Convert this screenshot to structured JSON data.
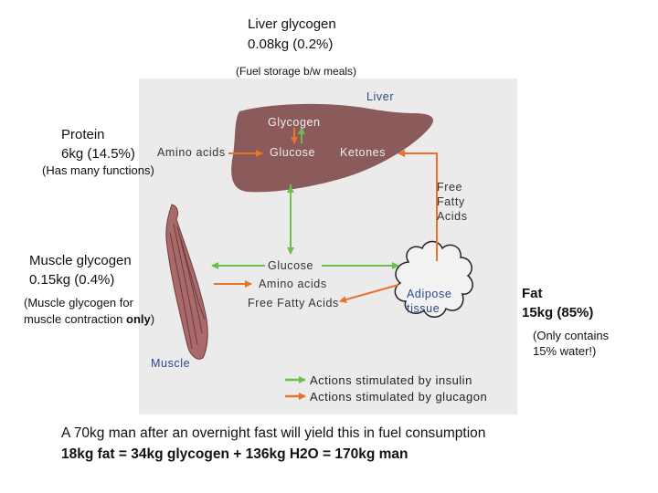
{
  "top": {
    "liver_glycogen_title": "Liver glycogen",
    "liver_glycogen_amount": "0.08kg (0.2%)",
    "liver_note": "(Fuel storage b/w meals)"
  },
  "protein": {
    "title": "Protein",
    "amount": "6kg (14.5%)",
    "note": "(Has many functions)"
  },
  "muscle_glycogen": {
    "title": "Muscle glycogen",
    "amount": "0.15kg (0.4%)",
    "note_line1": "(Muscle glycogen for",
    "note_line2_prefix": "muscle contraction ",
    "note_line2_bold": "only",
    "note_line2_suffix": ")"
  },
  "fat": {
    "title": "Fat",
    "amount": "15kg (85%)",
    "note_line1": "(Only contains",
    "note_line2": "15% water!)"
  },
  "diagram": {
    "liver_label": "Liver",
    "glycogen": "Glycogen",
    "glucose_liver": "Glucose",
    "ketones": "Ketones",
    "amino_acids_left": "Amino acids",
    "free_fatty_acids_1": "Free",
    "free_fatty_acids_2": "Fatty",
    "free_fatty_acids_3": "Acids",
    "muscle_glucose": "Glucose",
    "muscle_amino_acids": "Amino acids",
    "muscle_free_fatty_acids": "Free Fatty Acids",
    "adipose_1": "Adipose",
    "adipose_2": "tissue",
    "muscle_label": "Muscle",
    "legend_insulin": "Actions stimulated by insulin",
    "legend_glucagon": "Actions stimulated by glucagon",
    "colors": {
      "liver": "#8b5a5a",
      "insulin_arrow": "#6cbf4a",
      "glucagon_arrow": "#e8742a",
      "muscle": "#a86a6a",
      "panel": "#ebebeb"
    }
  },
  "bottom": {
    "line1": "A 70kg man after an overnight fast will yield this in fuel consumption",
    "line2": "18kg fat = 34kg glycogen + 136kg H2O = 170kg man"
  }
}
